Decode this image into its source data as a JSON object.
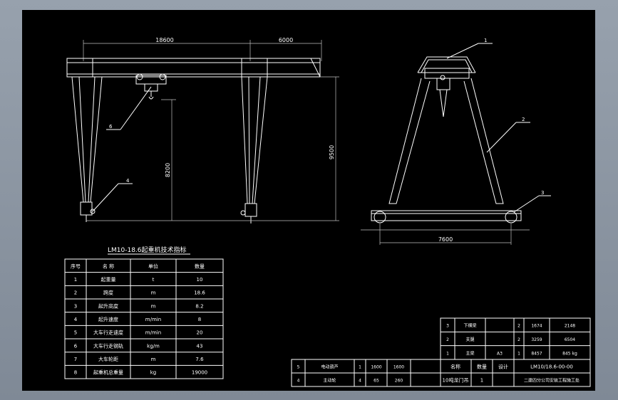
{
  "front_view": {
    "dim_span": "18600",
    "dim_cantilever": "6000",
    "dim_lift": "8200",
    "dim_height": "9500",
    "callout_4": "4",
    "callout_6": "6"
  },
  "side_view": {
    "dim_base": "7600",
    "callout_1": "1",
    "callout_2": "2",
    "callout_3": "3"
  },
  "spec_table": {
    "title": "LM10-18.6起重机技术指标",
    "headers": [
      "序号",
      "名 称",
      "单位",
      "数量"
    ],
    "rows": [
      [
        "1",
        "起重量",
        "t",
        "10"
      ],
      [
        "2",
        "跨度",
        "m",
        "18.6"
      ],
      [
        "3",
        "起升高度",
        "m",
        "8.2"
      ],
      [
        "4",
        "起升速度",
        "m/min",
        "8"
      ],
      [
        "5",
        "大车行走速度",
        "m/min",
        "20"
      ],
      [
        "6",
        "大车行走钢轨",
        "kg/m",
        "43"
      ],
      [
        "7",
        "大车轮距",
        "m",
        "7.6"
      ],
      [
        "8",
        "起重机总重量",
        "kg",
        "19000"
      ]
    ]
  },
  "parts_list": {
    "rows": [
      [
        "3",
        "下横梁",
        "",
        "2",
        "1674",
        "2148"
      ],
      [
        "2",
        "支腿",
        "",
        "2",
        "3259",
        "6504"
      ],
      [
        "1",
        "主梁",
        "A3",
        "1",
        "8457",
        "845 kg"
      ]
    ],
    "motors": [
      [
        "5",
        "电动葫芦",
        "1",
        "1600",
        "1600"
      ],
      [
        "4",
        "主动轮",
        "4",
        "65",
        "260"
      ]
    ]
  },
  "title_block": {
    "name_label": "名称",
    "qty_label": "数量",
    "design_label": "设计",
    "drawing_no": "LM10/18.6-00-00",
    "product": "10吨龙门吊",
    "product_qty": "1",
    "company": "二建四分公司安装工程施工处"
  }
}
